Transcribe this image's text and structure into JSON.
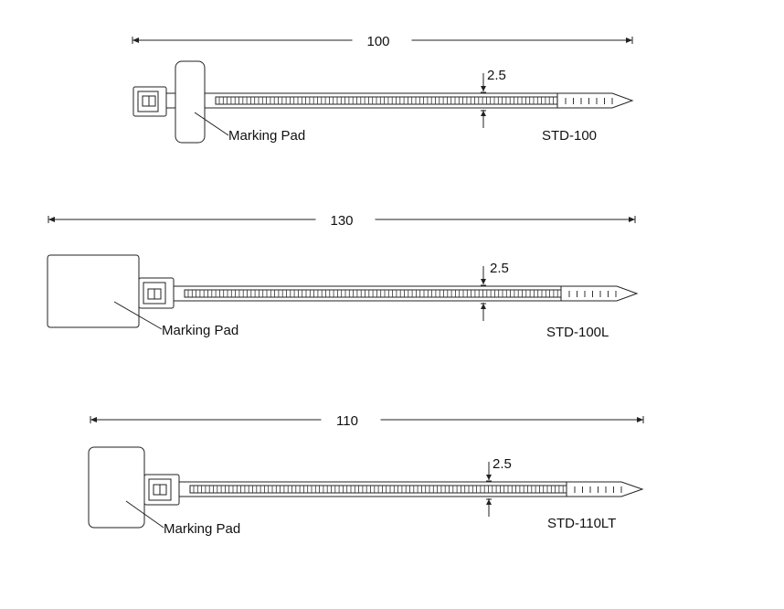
{
  "ties": [
    {
      "model": "STD-100",
      "length": "100",
      "thickness": "2.5",
      "pad_label": "Marking Pad"
    },
    {
      "model": "STD-100L",
      "length": "130",
      "thickness": "2.5",
      "pad_label": "Marking Pad"
    },
    {
      "model": "STD-110LT",
      "length": "110",
      "thickness": "2.5",
      "pad_label": "Marking Pad"
    }
  ]
}
